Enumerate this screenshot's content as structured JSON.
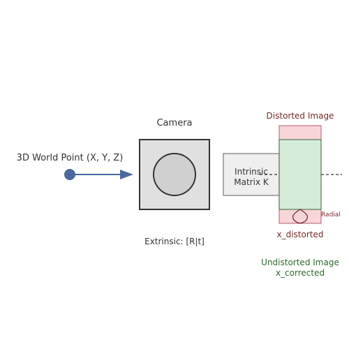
{
  "labels": {
    "world_point": "3D World Point (X, Y, Z)",
    "camera": "Camera",
    "extrinsic": "Extrinsic: [R|t]",
    "intrinsic_line1": "Intrinsic",
    "intrinsic_line2": "Matrix K",
    "distorted_image": "Distorted Image",
    "radial": "Radial",
    "x_distorted": "x_distorted",
    "undistorted_line1": "Undistorted Image",
    "undistorted_line2": "x_corrected"
  },
  "colors": {
    "point_arrow": "#4a6aa0",
    "camera_body": "#e0e0e0",
    "lens": "#d0d0d0",
    "intrinsic_box": "#efefef",
    "distorted_box": "#f8d5d8",
    "distorted_border": "#b06070",
    "undistorted_box": "#d5ecd8",
    "undistorted_border": "#557755",
    "distorted_text": "#7a2a2a",
    "undistorted_text": "#2d6a2d",
    "text": "#333333"
  }
}
